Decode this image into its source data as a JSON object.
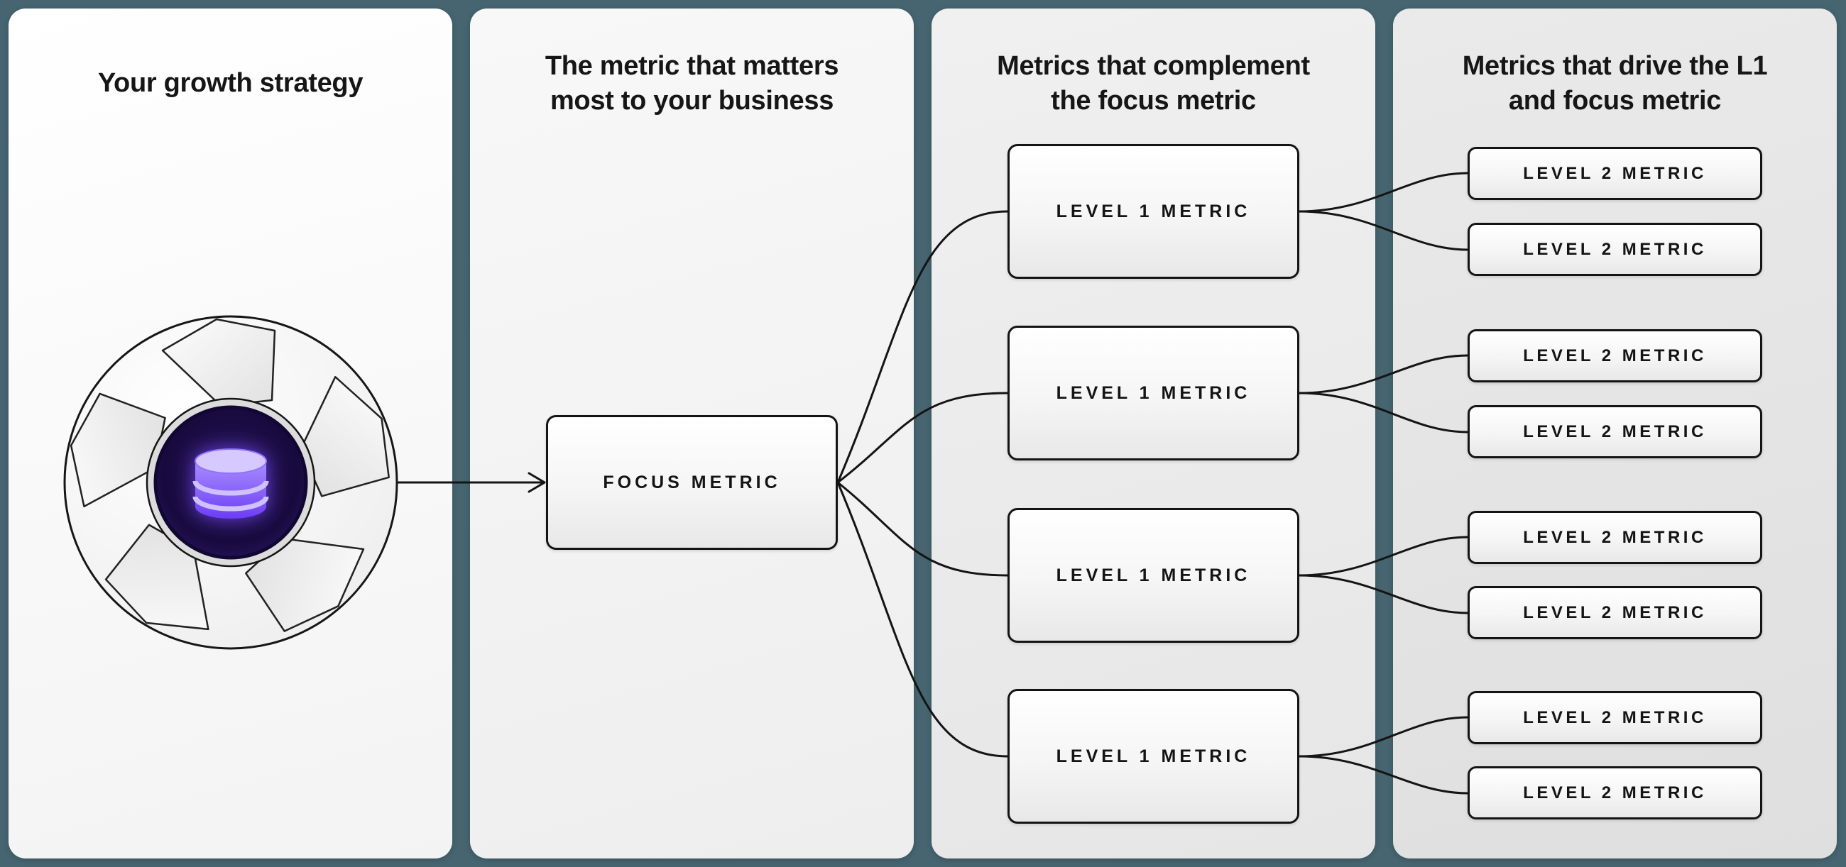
{
  "colors": {
    "background": "#466570",
    "line": "#141414",
    "accent_purple": "#7c4dff"
  },
  "panels": [
    {
      "title_lines": [
        "Your growth strategy"
      ]
    },
    {
      "title_lines": [
        "The metric that matters",
        "most to your business"
      ]
    },
    {
      "title_lines": [
        "Metrics that complement",
        "the focus metric"
      ]
    },
    {
      "title_lines": [
        "Metrics that drive the L1",
        "and focus metric"
      ]
    }
  ],
  "focus_metric": {
    "label": "FOCUS METRIC"
  },
  "level1_metrics": [
    {
      "label": "LEVEL 1 METRIC"
    },
    {
      "label": "LEVEL 1 METRIC"
    },
    {
      "label": "LEVEL 1 METRIC"
    },
    {
      "label": "LEVEL 1 METRIC"
    }
  ],
  "level2_metrics": [
    {
      "label": "LEVEL 2 METRIC"
    },
    {
      "label": "LEVEL 2 METRIC"
    },
    {
      "label": "LEVEL 2 METRIC"
    },
    {
      "label": "LEVEL 2 METRIC"
    },
    {
      "label": "LEVEL 2 METRIC"
    },
    {
      "label": "LEVEL 2 METRIC"
    },
    {
      "label": "LEVEL 2 METRIC"
    },
    {
      "label": "LEVEL 2 METRIC"
    }
  ],
  "icons": {
    "flywheel": "flywheel-icon",
    "database": "database-icon",
    "arrow": "arrow-right-icon"
  }
}
